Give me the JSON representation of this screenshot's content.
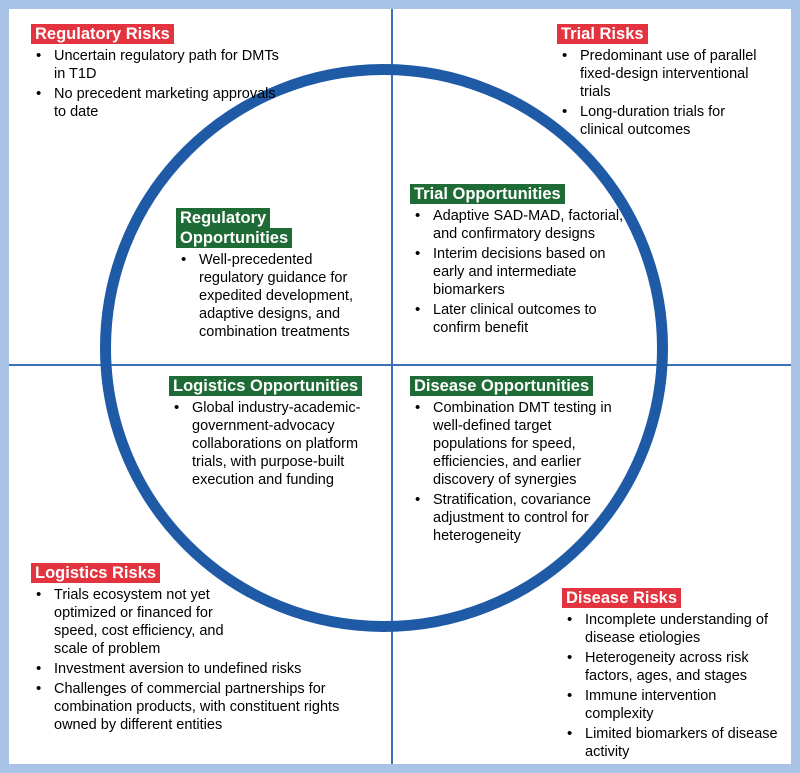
{
  "quadrants": {
    "regulatory_risks": {
      "heading": "Regulatory Risks",
      "items": [
        "Uncertain regulatory path for DMTs in T1D",
        "No precedent marketing approvals to date"
      ]
    },
    "trial_risks": {
      "heading": "Trial Risks",
      "items": [
        "Predominant use of parallel fixed-design interventional trials",
        "Long-duration trials for clinical outcomes"
      ]
    },
    "regulatory_opportunities": {
      "heading_line1": "Regulatory",
      "heading_line2": "Opportunities",
      "items": [
        "Well-precedented regulatory guidance for expedited development, adaptive designs, and combination treatments"
      ]
    },
    "trial_opportunities": {
      "heading": "Trial Opportunities",
      "items": [
        "Adaptive SAD-MAD, factorial, and confirmatory designs",
        "Interim decisions based on early and intermediate biomarkers",
        "Later clinical outcomes to confirm benefit"
      ]
    },
    "logistics_opportunities": {
      "heading": "Logistics Opportunities",
      "items": [
        "Global industry-academic-government-advocacy collaborations on platform trials, with purpose-built execution and funding"
      ]
    },
    "disease_opportunities": {
      "heading": "Disease Opportunities",
      "items": [
        "Combination DMT testing in well-defined target populations for speed, efficiencies, and earlier discovery of synergies",
        "Stratification, covariance adjustment to control for heterogeneity"
      ]
    },
    "logistics_risks": {
      "heading": "Logistics Risks",
      "items": [
        "Trials ecosystem not yet optimized or financed for speed, cost efficiency, and scale of problem",
        "Investment aversion to undefined risks",
        "Challenges of commercial partnerships for combination products, with constituent rights owned by different entities"
      ]
    },
    "disease_risks": {
      "heading": "Disease Risks",
      "items": [
        "Incomplete understanding of disease etiologies",
        "Heterogeneity across risk factors, ages, and stages",
        "Immune intervention complexity",
        "Limited biomarkers of disease activity"
      ]
    }
  },
  "colors": {
    "risk_label_bg": "#e2333f",
    "opportunity_label_bg": "#1f6b36",
    "circle": "#1f5aa6",
    "frame": "#a9c3e6",
    "divider": "#3b6fb6"
  }
}
